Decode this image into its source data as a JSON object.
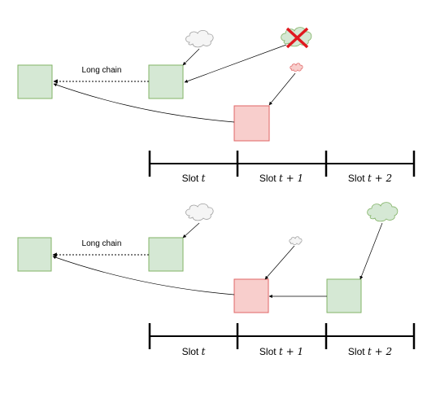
{
  "colors": {
    "block_green_fill": "#d5e8d4",
    "block_green_stroke": "#82b366",
    "block_red_fill": "#f8cecc",
    "block_red_stroke": "#e06666",
    "cloud_gray_fill": "#f5f5f5",
    "cloud_gray_stroke": "#9e9e9e",
    "cross_red": "#e0191f",
    "line": "#000000"
  },
  "icons": {
    "cloud": "cloud-icon",
    "cross": "x-cross-icon"
  },
  "diagrams": [
    {
      "chain_label": "Long chain",
      "slots": [
        {
          "prefix": "Slot ",
          "math": "t"
        },
        {
          "prefix": "Slot ",
          "math": "t + 1"
        },
        {
          "prefix": "Slot ",
          "math": "t + 2"
        }
      ]
    },
    {
      "chain_label": "Long chain",
      "slots": [
        {
          "prefix": "Slot ",
          "math": "t"
        },
        {
          "prefix": "Slot ",
          "math": "t + 1"
        },
        {
          "prefix": "Slot ",
          "math": "t + 2"
        }
      ]
    }
  ]
}
